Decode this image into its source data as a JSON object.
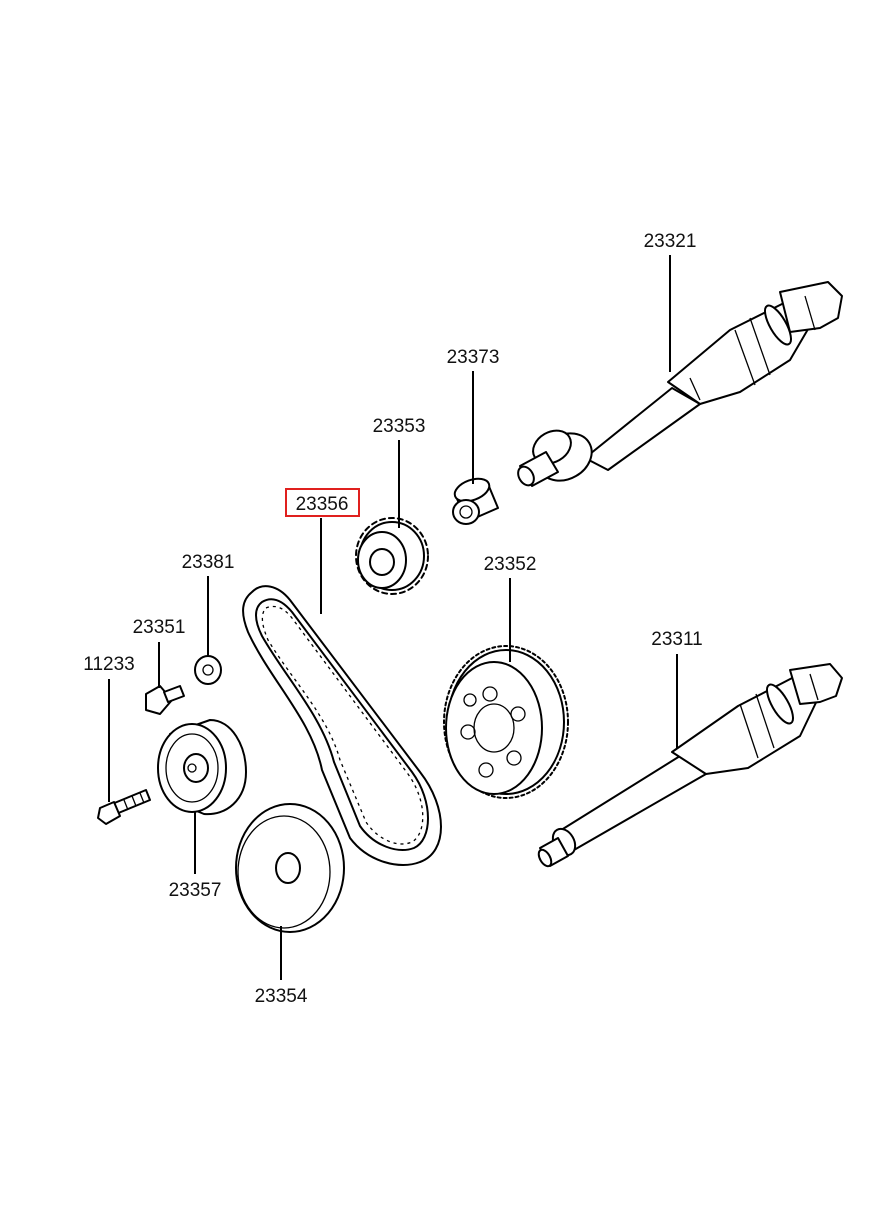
{
  "diagram": {
    "parts": {
      "p23321": "23321",
      "p23373": "23373",
      "p23353": "23353",
      "p23356": "23356",
      "p23381": "23381",
      "p23352": "23352",
      "p23351": "23351",
      "p23311": "23311",
      "p11233": "11233",
      "p23357": "23357",
      "p23354": "23354"
    },
    "highlighted_part": "23356",
    "highlight_color": "#e0201e"
  }
}
